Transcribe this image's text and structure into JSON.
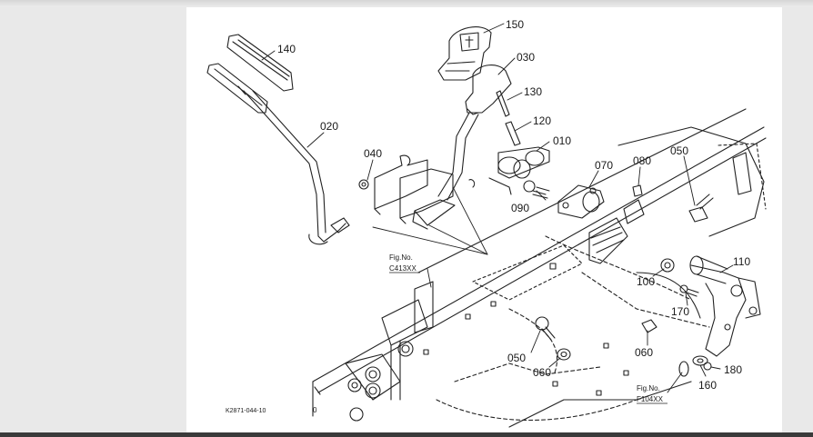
{
  "diagram": {
    "part_labels": [
      "150",
      "140",
      "030",
      "130",
      "120",
      "020",
      "010",
      "040",
      "070",
      "080",
      "050",
      "090",
      "110",
      "100",
      "170",
      "050",
      "060",
      "060",
      "180",
      "160"
    ],
    "figure_refs": [
      {
        "line1": "Fig.No.",
        "line2": "C413XX"
      },
      {
        "line1": "Fig.No.",
        "line2": "F104XX"
      }
    ],
    "drawing_code": "K2871-044-10",
    "corner_mark": "0"
  },
  "colors": {
    "background": "#e9e9e9",
    "sheet": "#ffffff",
    "ink": "#1a1a1a",
    "bottom_bar": "#3a3a3a"
  }
}
